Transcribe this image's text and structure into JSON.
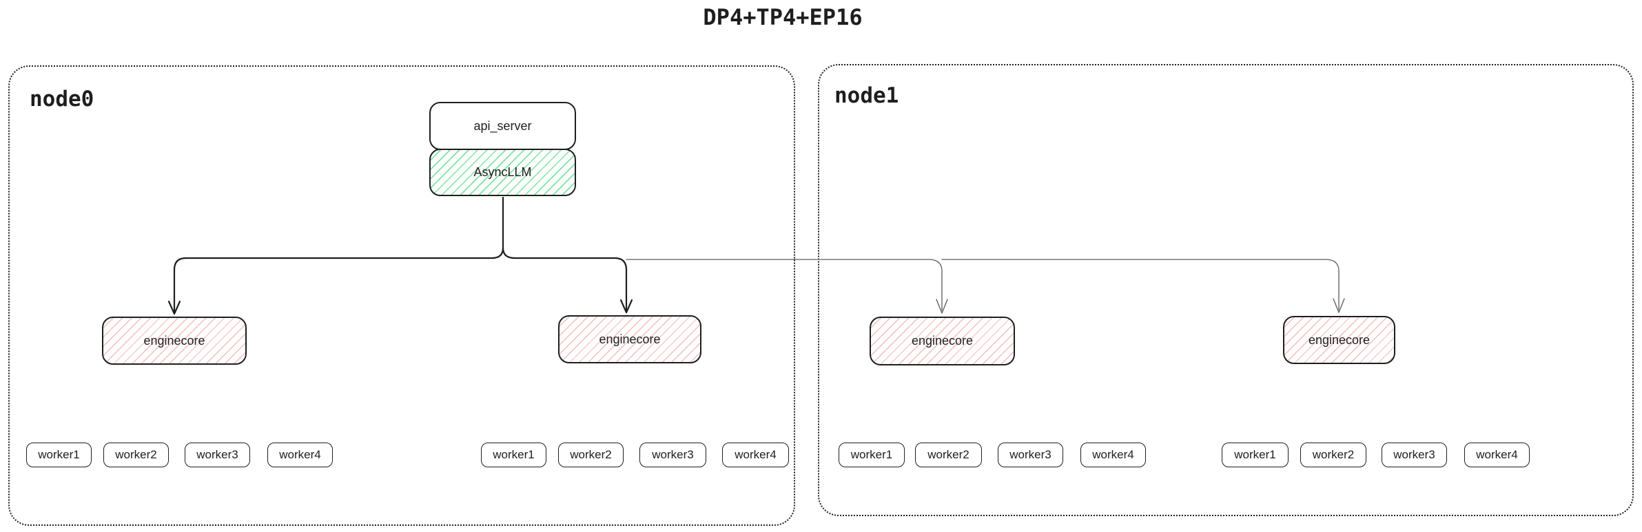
{
  "title": "DP4+TP4+EP16",
  "api_server_label": "api_server",
  "async_llm_label": "AsyncLLM",
  "colors": {
    "ink": "#1e1e1e",
    "green_hatch": "#7de3a0",
    "red_hatch": "#f6bcbc",
    "thin_line": "#5a5a5a",
    "background": "#ffffff"
  },
  "nodes": [
    {
      "label": "node0",
      "enginecores": [
        {
          "label": "enginecore",
          "workers": [
            "worker1",
            "worker2",
            "worker3",
            "worker4"
          ]
        },
        {
          "label": "enginecore",
          "workers": [
            "worker1",
            "worker2",
            "worker3",
            "worker4"
          ]
        }
      ]
    },
    {
      "label": "node1",
      "enginecores": [
        {
          "label": "enginecore",
          "workers": [
            "worker1",
            "worker2",
            "worker3",
            "worker4"
          ]
        },
        {
          "label": "enginecore",
          "workers": [
            "worker1",
            "worker2",
            "worker3",
            "worker4"
          ]
        }
      ]
    }
  ]
}
